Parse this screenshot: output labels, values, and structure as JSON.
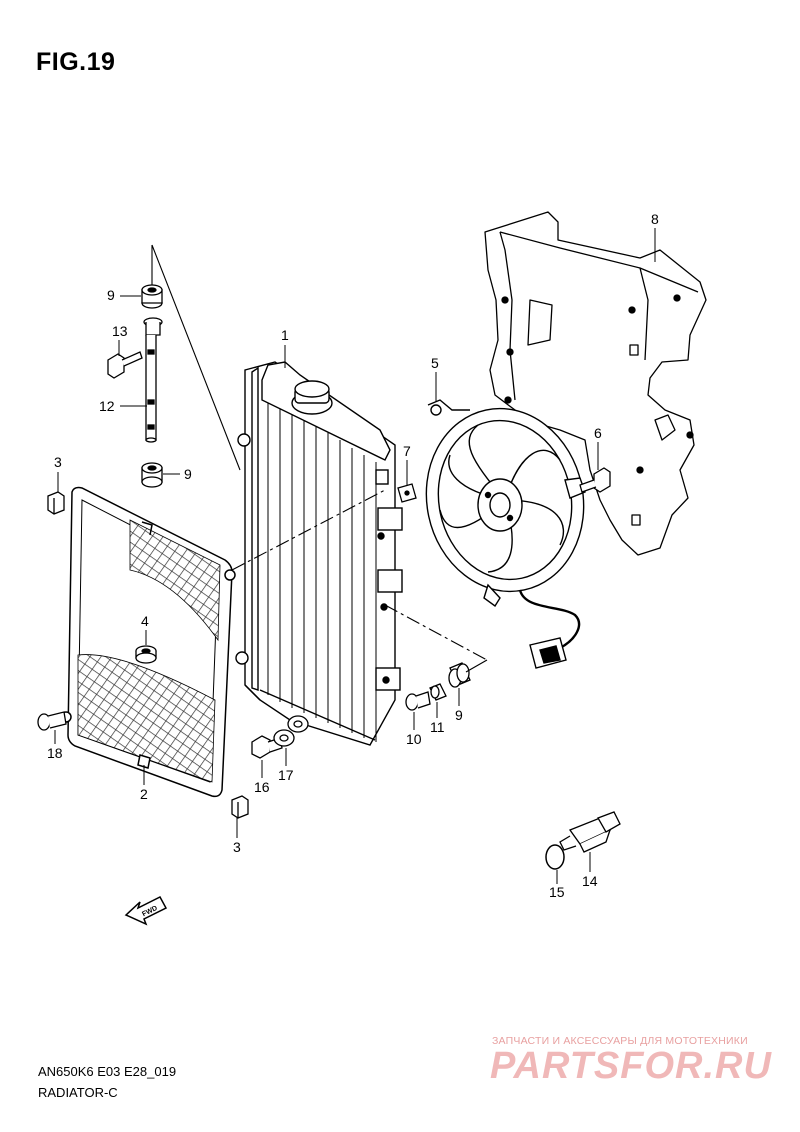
{
  "figure": {
    "title": "FIG.19",
    "model_code": "AN650K6 E03 E28_019",
    "section_name": "RADIATOR-C",
    "forward_label": "FWD"
  },
  "callouts": [
    {
      "key": "c1",
      "label": "1"
    },
    {
      "key": "c2",
      "label": "2"
    },
    {
      "key": "c3a",
      "label": "3"
    },
    {
      "key": "c3b",
      "label": "3"
    },
    {
      "key": "c4",
      "label": "4"
    },
    {
      "key": "c5",
      "label": "5"
    },
    {
      "key": "c6",
      "label": "6"
    },
    {
      "key": "c7",
      "label": "7"
    },
    {
      "key": "c8",
      "label": "8"
    },
    {
      "key": "c9a",
      "label": "9"
    },
    {
      "key": "c9b",
      "label": "9"
    },
    {
      "key": "c9c",
      "label": "9"
    },
    {
      "key": "c10",
      "label": "10"
    },
    {
      "key": "c11",
      "label": "11"
    },
    {
      "key": "c12",
      "label": "12"
    },
    {
      "key": "c13",
      "label": "13"
    },
    {
      "key": "c14",
      "label": "14"
    },
    {
      "key": "c15",
      "label": "15"
    },
    {
      "key": "c16",
      "label": "16"
    },
    {
      "key": "c17",
      "label": "17"
    },
    {
      "key": "c18",
      "label": "18"
    }
  ],
  "watermark": {
    "tagline": "ЗАПЧАСТИ И АКСЕССУАРЫ ДЛЯ МОТОТЕХНИКИ",
    "logo": "PARTSFOR.RU"
  }
}
